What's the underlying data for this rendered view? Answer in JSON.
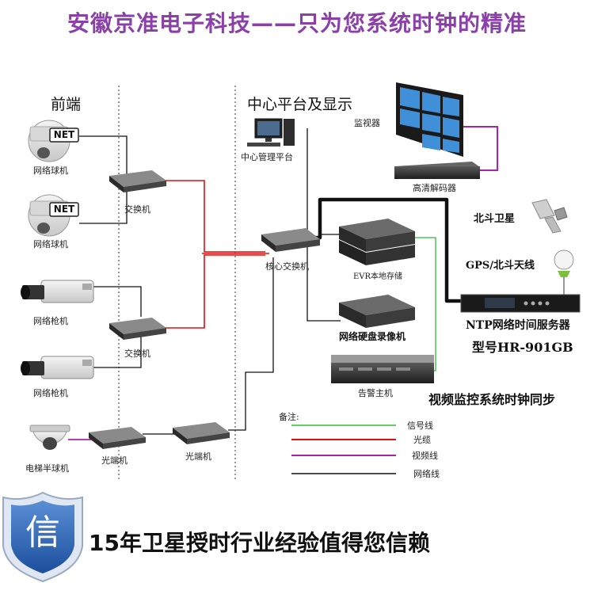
{
  "header": {
    "title": "安徽京准电子科技——只为您系统时钟的精准"
  },
  "sections": {
    "front": "前端",
    "center": "中心平台及显示"
  },
  "devices": {
    "net_badge": "NET",
    "dome_camera_1": "网络球机",
    "dome_camera_2": "网络球机",
    "gun_camera_1": "网络枪机",
    "gun_camera_2": "网络枪机",
    "elevator_camera": "电梯半球机",
    "switch_1": "交换机",
    "switch_2": "交换机",
    "optical_1": "光端机",
    "optical_2": "光端机",
    "core_switch": "核心交换机",
    "center_pc": "中心管理平台",
    "monitor_wall": "监视器",
    "hd_decoder": "高清解码器",
    "storage": "EVR本地存储",
    "nvr": "网络硬盘录像机",
    "alarm_host": "告警主机",
    "beidou_satellite": "北斗卫星",
    "gps_antenna": "GPS/北斗天线",
    "ntp_server": "NTP网络时间服务器",
    "model": "型号HR-901GB",
    "sync_title": "视频监控系统时钟同步"
  },
  "legend": {
    "title": "备注:",
    "items": [
      {
        "label": "信号线",
        "color": "#33bb33"
      },
      {
        "label": "光缆",
        "color": "#dd1111"
      },
      {
        "label": "视频线",
        "color": "#aa22aa"
      },
      {
        "label": "网络线",
        "color": "#111111"
      }
    ]
  },
  "footer": {
    "shield_char": "信",
    "slogan": "15年卫星授时行业经验值得您信赖"
  }
}
